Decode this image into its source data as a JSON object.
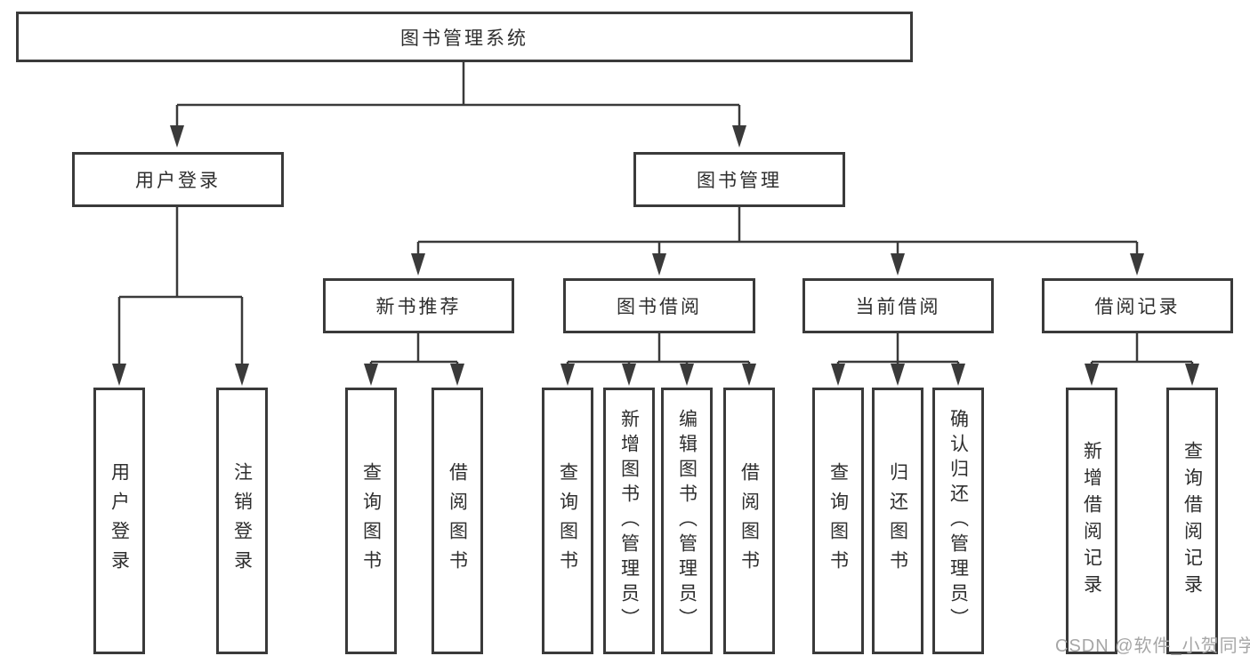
{
  "diagram": {
    "root": {
      "label": "图书管理系统"
    },
    "branches": [
      {
        "label": "用户登录",
        "children": [
          "用户登录",
          "注销登录"
        ]
      },
      {
        "label": "图书管理",
        "children_groups": [
          {
            "label": "新书推荐",
            "children": [
              "查询图书",
              "借阅图书"
            ]
          },
          {
            "label": "图书借阅",
            "children": [
              "查询图书",
              "新增图书（管理员）",
              "编辑图书（管理员）",
              "借阅图书"
            ]
          },
          {
            "label": "当前借阅",
            "children": [
              "查询图书",
              "归还图书",
              "确认归还（管理员）"
            ]
          },
          {
            "label": "借阅记录",
            "children": [
              "新增借阅记录",
              "查询借阅记录"
            ]
          }
        ]
      }
    ]
  },
  "watermark": {
    "text": "CSDN @软件_小贺同学"
  },
  "colors": {
    "line": "#3a3a3a",
    "text": "#2e2e2e",
    "box_background": "#ffffff",
    "page_background": "#ffffff",
    "watermark": "#a6a6a6"
  }
}
